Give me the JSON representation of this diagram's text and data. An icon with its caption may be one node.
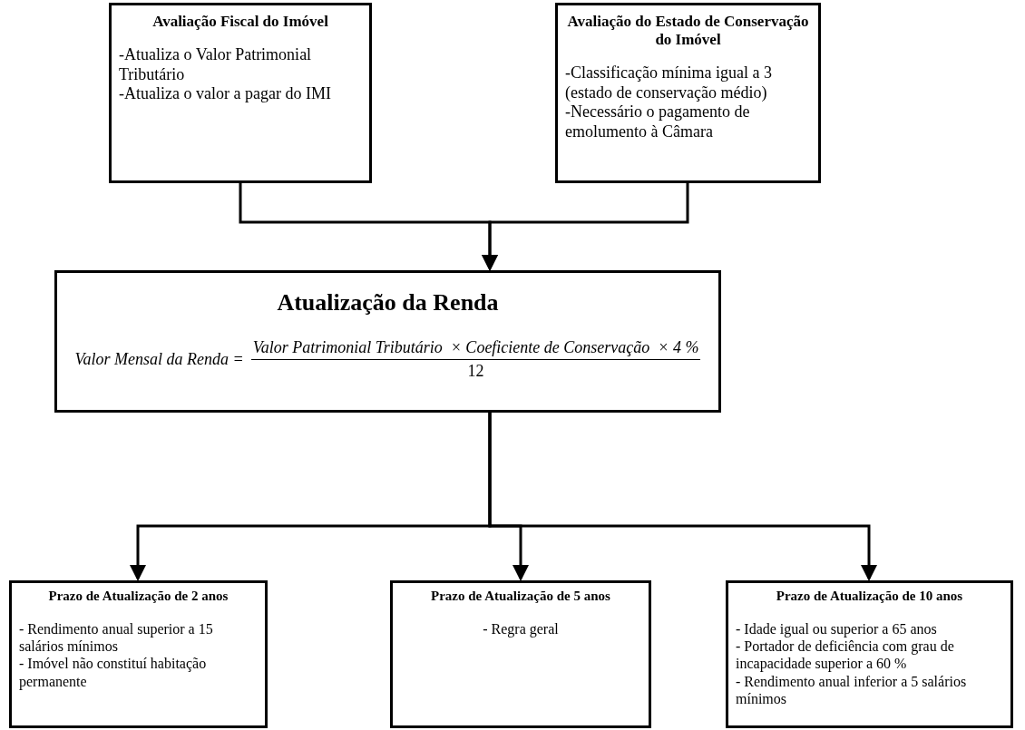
{
  "diagram": {
    "nodes": [
      {
        "text": [
          "Avaliação Fiscal do Imóvel",
          "-Atualiza o Valor Patrimonial Tributário",
          "-Atualiza o valor a pagar do IMI"
        ]
      },
      {
        "text": [
          "Avaliação do Estado de Conservação do Imóvel",
          "-Classificação mínima igual a 3 (estado de conservação médio)",
          "-Necessário o pagamento de emolumento à Câmara"
        ]
      },
      {
        "text": [
          "Atualização da Renda",
          "Valor Mensal da Renda =",
          "Valor Patrimonial Tributário  × Coeficiente de Conservação  × 4 %",
          "12"
        ]
      },
      {
        "text": [
          "Prazo de Atualização de 2 anos",
          "-  Rendimento anual superior a 15 salários mínimos",
          "-  Imóvel não constituí habitação permanente"
        ]
      },
      {
        "text": [
          "Prazo de Atualização de 5 anos",
          "-  Regra geral"
        ]
      },
      {
        "text": [
          "Prazo de Atualização de 10 anos",
          "-  Idade igual ou superior a 65 anos",
          "-  Portador de deficiência com grau de incapacidade superior a 60 %",
          "-  Rendimento anual inferior a 5 salários mínimos"
        ]
      }
    ],
    "edges": [
      {
        "from": 0,
        "to": 2,
        "arrow": "to"
      },
      {
        "from": 1,
        "to": 2,
        "arrow": "to"
      },
      {
        "from": 2,
        "to": 3,
        "arrow": "to"
      },
      {
        "from": 2,
        "to": 4,
        "arrow": "to"
      },
      {
        "from": 2,
        "to": 5,
        "arrow": "to"
      }
    ]
  }
}
